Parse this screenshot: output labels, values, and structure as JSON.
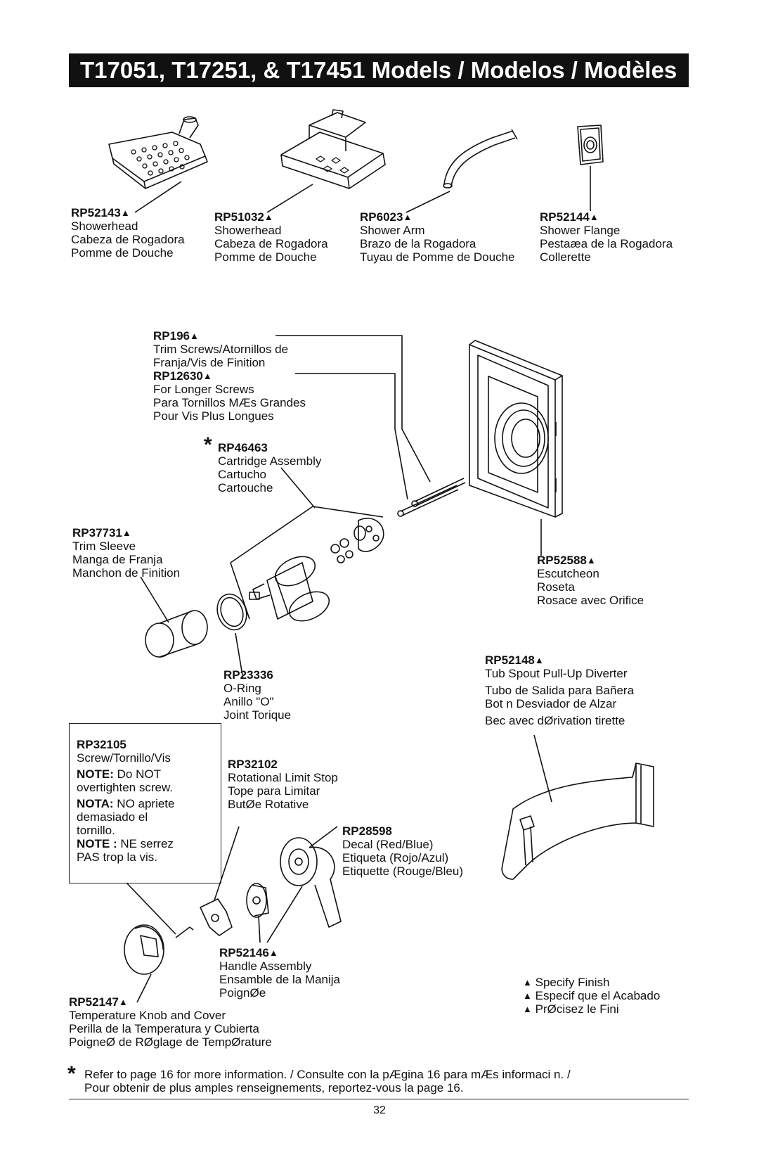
{
  "title": "T17051, T17251, & T17451 Models / Modelos / Modèles",
  "triangle": "▲",
  "parts": {
    "rp52143": {
      "pn": "RP52143",
      "lines": [
        "Showerhead",
        "Cabeza de Rogadora",
        "Pomme de Douche"
      ]
    },
    "rp51032": {
      "pn": "RP51032",
      "lines": [
        "Showerhead",
        "Cabeza de Rogadora",
        "Pomme de Douche"
      ]
    },
    "rp6023": {
      "pn": "RP6023",
      "lines": [
        "Shower Arm",
        "Brazo de la Rogadora",
        "Tuyau de Pomme de Douche"
      ]
    },
    "rp52144": {
      "pn": "RP52144",
      "lines": [
        "Shower Flange",
        "Pestaæa de la Rogadora",
        "Collerette"
      ]
    },
    "rp196": {
      "pn": "RP196",
      "lines": [
        "Trim Screws/Atornillos de",
        "Franja/Vis de Finition"
      ]
    },
    "rp12630": {
      "pn": "RP12630",
      "lines": [
        "For Longer Screws",
        "Para Tornillos MÆs Grandes",
        "Pour Vis Plus Longues"
      ]
    },
    "rp46463": {
      "pn": "RP46463",
      "lines": [
        "Cartridge Assembly",
        "Cartucho",
        "Cartouche"
      ]
    },
    "rp37731": {
      "pn": "RP37731",
      "lines": [
        "Trim Sleeve",
        "Manga de Franja",
        "Manchon de Finition"
      ]
    },
    "rp52588": {
      "pn": "RP52588",
      "lines": [
        "Escutcheon",
        "Roseta",
        "Rosace avec Orifice"
      ]
    },
    "rp52148": {
      "pn": "RP52148",
      "lines": [
        "Tub Spout Pull-Up Diverter",
        "Tubo de Salida para Bañera",
        "Bot n Desviador de Alzar",
        "Bec avec dØrivation   tirette"
      ]
    },
    "rp23336": {
      "pn": "RP23336",
      "lines": [
        "O-Ring",
        "Anillo \"O\"",
        "Joint Torique"
      ]
    },
    "rp32105": {
      "pn": "RP32105",
      "lines": [
        "Screw/Tornillo/Vis"
      ],
      "notes": [
        {
          "label": "NOTE:",
          "text": " Do NOT",
          "rest": [
            "overtighten screw."
          ]
        },
        {
          "label": "NOTA:",
          "text": "  NO apriete",
          "rest": [
            "demasiado el",
            "tornillo."
          ]
        },
        {
          "label": "NOTE :",
          "text": " NE serrez",
          "rest": [
            "PAS trop la vis."
          ]
        }
      ]
    },
    "rp32102": {
      "pn": "RP32102",
      "lines": [
        "Rotational Limit Stop",
        "Tope para Limitar",
        "ButØe Rotative"
      ]
    },
    "rp28598": {
      "pn": "RP28598",
      "lines": [
        "Decal (Red/Blue)",
        "Etiqueta (Rojo/Azul)",
        "Etiquette (Rouge/Bleu)"
      ]
    },
    "rp52146": {
      "pn": "RP52146",
      "lines": [
        "Handle Assembly",
        "Ensamble de la Manija",
        "PoignØe"
      ]
    },
    "rp52147": {
      "pn": "RP52147",
      "lines": [
        "Temperature Knob and Cover",
        "Perilla de la Temperatura y Cubierta",
        "PoigneØ de RØglage de TempØrature"
      ]
    }
  },
  "finish_legend": [
    "Specify Finish",
    "Especif que el Acabado",
    "PrØcisez le Fini"
  ],
  "footer": {
    "star": "*",
    "line1": "Refer to page 16 for more information. / Consulte con la pÆgina 16 para mÆs informaci n. /",
    "line2": "Pour obtenir de plus amples renseignements, reportez-vous   la page 16."
  },
  "page_number": "32"
}
